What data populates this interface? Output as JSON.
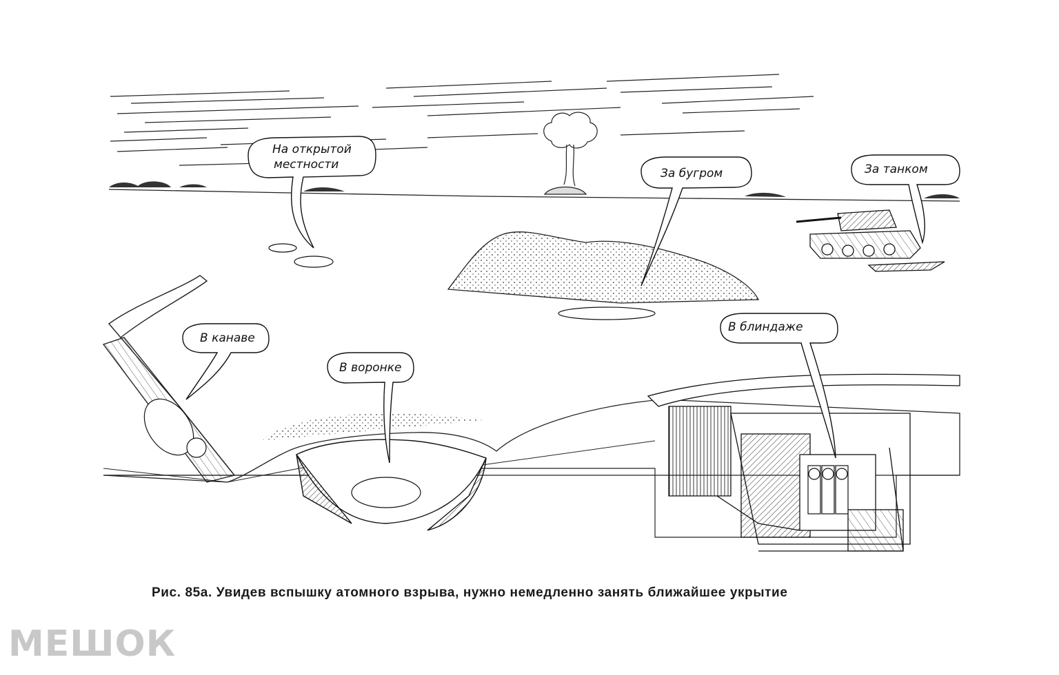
{
  "labels": {
    "open_area_line1": "На открытой",
    "open_area_line2": "местности",
    "behind_hill": "За бугром",
    "behind_tank": "За танком",
    "in_ditch": "В канаве",
    "in_crater": "В воронке",
    "in_dugout": "В блиндаже"
  },
  "caption": {
    "prefix": "Рис. 85а.",
    "text": "Увидев вспышку атомного взрыва, нужно  немедленно  занять  ближайшее укрытие"
  },
  "watermark": "МЕШОК"
}
